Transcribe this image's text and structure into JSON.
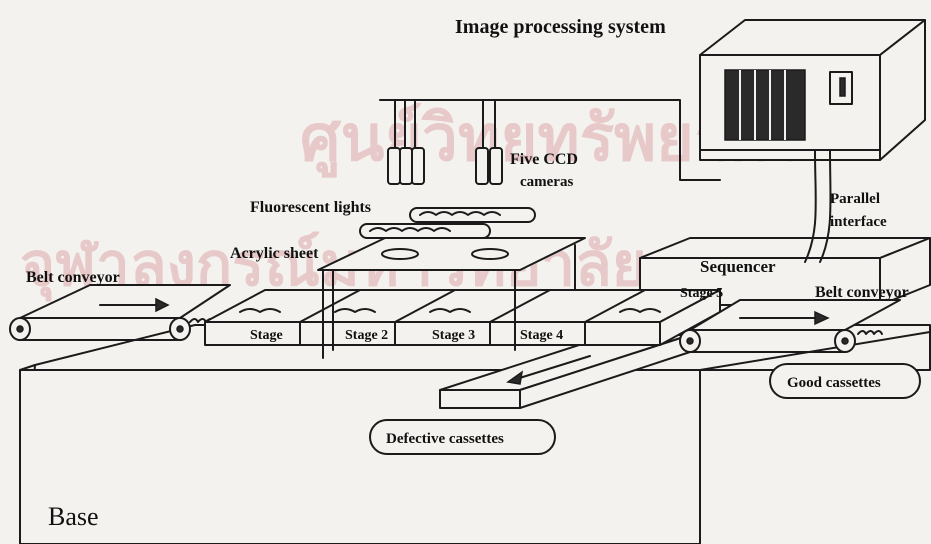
{
  "watermark": {
    "line1": "ศูนย์วิทยทรัพยากร",
    "line2": "จุฬาลงกรณ์มหาวิทยาลัย"
  },
  "labels": {
    "image_processing_system": "Image processing system",
    "ccd_cameras_line1": "Five CCD",
    "ccd_cameras_line2": "cameras",
    "fluorescent_lights": "Fluorescent lights",
    "acrylic_sheet": "Acrylic sheet",
    "parallel_interface_line1": "Parallel",
    "parallel_interface_line2": "interface",
    "belt_conveyor_left": "Belt conveyor",
    "belt_conveyor_right": "Belt conveyor",
    "sequencer": "Sequencer",
    "stage_1": "Stage",
    "stage_2": "Stage 2",
    "stage_3": "Stage 3",
    "stage_4": "Stage 4",
    "stage_5": "Stage 5",
    "good_cassettes": "Good cassettes",
    "defective_cassettes": "Defective cassettes",
    "base": "Base"
  },
  "colors": {
    "ink": "#1b1b1b",
    "paper": "#f4f2ee",
    "watermark": "#e7c9c9"
  }
}
